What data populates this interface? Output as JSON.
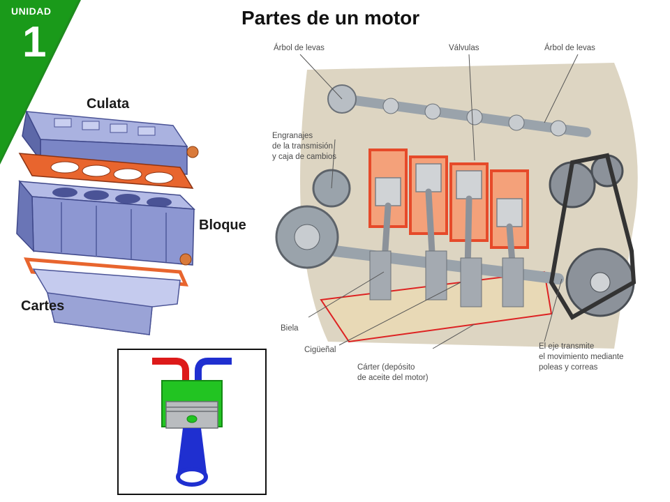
{
  "badge": {
    "label": "UNIDAD",
    "number": "1",
    "color": "#1e8c1e"
  },
  "title": "Partes de un motor",
  "exploded_view": {
    "labels": {
      "culata": "Culata",
      "bloque": "Bloque",
      "cartes": "Cartes"
    }
  },
  "cutaway_view": {
    "callouts": {
      "arbol_levas_left": "Árbol de levas",
      "valvulas": "Válvulas",
      "arbol_levas_right": "Árbol de levas",
      "engranajes": [
        "Engranajes",
        "de la transmisión",
        "y caja de cambios"
      ],
      "biela": "Biela",
      "ciguenal": "Cigüeñal",
      "carter": [
        "Cárter (depósito",
        "de aceite del motor)"
      ],
      "eje": [
        "El eje transmite",
        "el movimiento mediante",
        "poleas y correas"
      ]
    }
  },
  "colors": {
    "head": "#7b86c6",
    "gasket": "#e8652e",
    "block": "#8d97d2",
    "piston": "#d0d3d6",
    "cylinder": "#e64a2a",
    "oil_pan": "#e8d9b6",
    "anim_green": "#22c422",
    "anim_blue": "#1f2fd0",
    "anim_red": "#dd1a1a"
  }
}
